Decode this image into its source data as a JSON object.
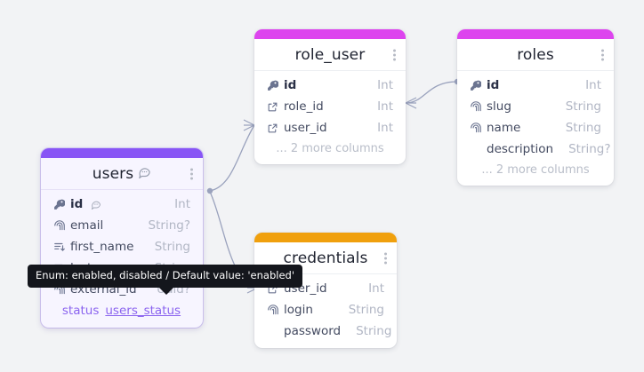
{
  "canvas": {
    "background_color": "#f2f3f5"
  },
  "colors": {
    "accent_magenta": "#dd44ee",
    "accent_purple": "#8855f5",
    "accent_orange": "#f0a00d",
    "enum_link": "#8a63ef",
    "edge_stroke": "#9aa2bd"
  },
  "tables": [
    {
      "id": "role_user",
      "name": "role_user",
      "accent": "#dd44ee",
      "selected": false,
      "has_comment": false,
      "menu_icon": "kebab-menu-icon",
      "columns": [
        {
          "name": "id",
          "type": "Int",
          "icon": "primary-key-icon",
          "bold": true,
          "comment": false
        },
        {
          "name": "role_id",
          "type": "Int",
          "icon": "foreign-key-icon",
          "bold": false,
          "comment": false
        },
        {
          "name": "user_id",
          "type": "Int",
          "icon": "foreign-key-icon",
          "bold": false,
          "comment": false
        }
      ],
      "more_columns_label": "... 2 more columns",
      "enum_row": null
    },
    {
      "id": "roles",
      "name": "roles",
      "accent": "#dd44ee",
      "selected": false,
      "has_comment": false,
      "menu_icon": "kebab-menu-icon",
      "columns": [
        {
          "name": "id",
          "type": "Int",
          "icon": "primary-key-icon",
          "bold": true,
          "comment": false
        },
        {
          "name": "slug",
          "type": "String",
          "icon": "unique-index-icon",
          "bold": false,
          "comment": false
        },
        {
          "name": "name",
          "type": "String",
          "icon": "unique-index-icon",
          "bold": false,
          "comment": false
        },
        {
          "name": "description",
          "type": "String?",
          "icon": "none",
          "bold": false,
          "comment": false
        }
      ],
      "more_columns_label": "... 2 more columns",
      "enum_row": null
    },
    {
      "id": "users",
      "name": "users",
      "accent": "#8855f5",
      "selected": true,
      "has_comment": true,
      "menu_icon": "kebab-menu-icon",
      "columns": [
        {
          "name": "id",
          "type": "Int",
          "icon": "primary-key-icon",
          "bold": true,
          "comment": true
        },
        {
          "name": "email",
          "type": "String?",
          "icon": "unique-index-icon",
          "bold": false,
          "comment": false
        },
        {
          "name": "first_name",
          "type": "String",
          "icon": "index-icon",
          "bold": false,
          "comment": false
        },
        {
          "name": "last_name",
          "type": "String",
          "icon": "index-icon",
          "bold": false,
          "comment": false
        },
        {
          "name": "external_id",
          "type": "Uuid?",
          "icon": "unique-index-icon",
          "bold": false,
          "comment": false
        }
      ],
      "more_columns_label": "",
      "enum_row": {
        "name": "status",
        "link": "users_status"
      }
    },
    {
      "id": "credentials",
      "name": "credentials",
      "accent": "#f0a00d",
      "selected": false,
      "has_comment": false,
      "menu_icon": "kebab-menu-icon",
      "columns": [
        {
          "name": "user_id",
          "type": "Int",
          "icon": "foreign-key-icon",
          "bold": false,
          "comment": false
        },
        {
          "name": "login",
          "type": "String",
          "icon": "unique-index-icon",
          "bold": false,
          "comment": false
        },
        {
          "name": "password",
          "type": "String",
          "icon": "none",
          "bold": false,
          "comment": false
        }
      ],
      "more_columns_label": "",
      "enum_row": null
    }
  ],
  "tooltip": {
    "text": "Enum: enabled, disabled / Default value: 'enabled'"
  }
}
